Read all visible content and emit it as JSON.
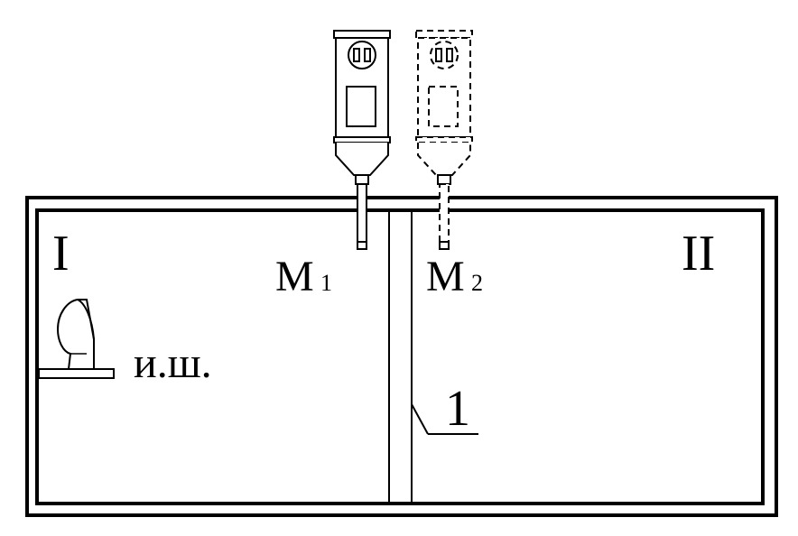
{
  "rooms": {
    "left_label": "I",
    "right_label": "II"
  },
  "meters": {
    "m1_main": "M",
    "m1_sub": "1",
    "m2_main": "M",
    "m2_sub": "2"
  },
  "source": {
    "label": "и.ш."
  },
  "partition": {
    "label": "1"
  },
  "colors": {
    "ink": "#000000",
    "background": "#ffffff"
  }
}
